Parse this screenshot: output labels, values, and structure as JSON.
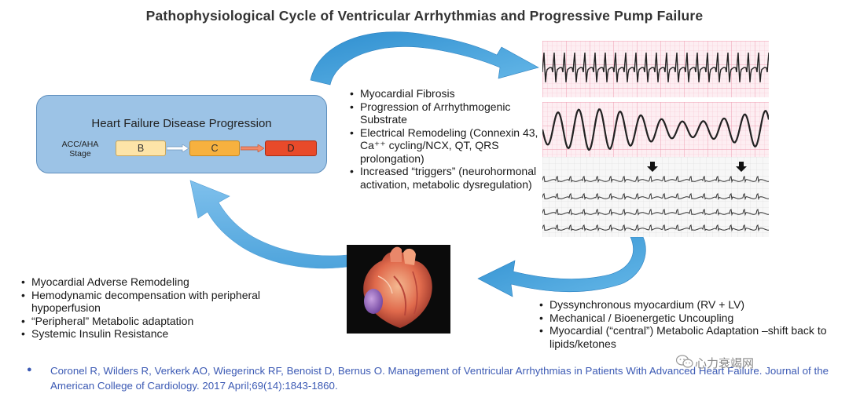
{
  "title": "Pathophysiological Cycle of Ventricular Arrhythmias and Progressive Pump Failure",
  "hf_box": {
    "title": "Heart Failure Disease Progression",
    "stage_label_line1": "ACC/AHA",
    "stage_label_line2": "Stage",
    "stages": [
      "B",
      "C",
      "D"
    ]
  },
  "mid_list": [
    "Myocardial Fibrosis",
    "Progression of Arrhythmogenic Substrate",
    "Electrical Remodeling (Connexin 43, Ca⁺⁺ cycling/NCX, QT, QRS prolongation)",
    "Increased “triggers” (neurohormonal activation, metabolic dysregulation)"
  ],
  "left_list": [
    "Myocardial Adverse Remodeling",
    "Hemodynamic decompensation with peripheral hypoperfusion",
    "“Peripheral” Metabolic adaptation",
    "Systemic Insulin Resistance"
  ],
  "right_list": [
    "Dyssynchronous myocardium (RV + LV)",
    "Mechanical / Bioenergetic Uncoupling",
    "Myocardial (“central”) Metabolic Adaptation –shift back to lipids/ketones"
  ],
  "reference": "Coronel R, Wilders R, Verkerk AO, Wiegerinck RF, Benoist D, Bernus O. Management of Ventricular Arrhythmias in Patients With Advanced Heart Failure. Journal of the American College of Cardiology. 2017 April;69(14):1843-1860.",
  "watermark": "心力衰竭网",
  "colors": {
    "arrow_blue": "#3d9ad6",
    "box_blue": "#9cc3e6",
    "stage_b": "#fde4a8",
    "stage_c": "#f7b13f",
    "stage_d": "#e84a2a",
    "reference_text": "#3c5ab4",
    "ecg_grid_pink": "#f6c3cf"
  },
  "icons": {
    "reference_bullet": "bullet-dot",
    "ecg_markers": "down-arrow-icon",
    "watermark": "wechat-icon"
  }
}
